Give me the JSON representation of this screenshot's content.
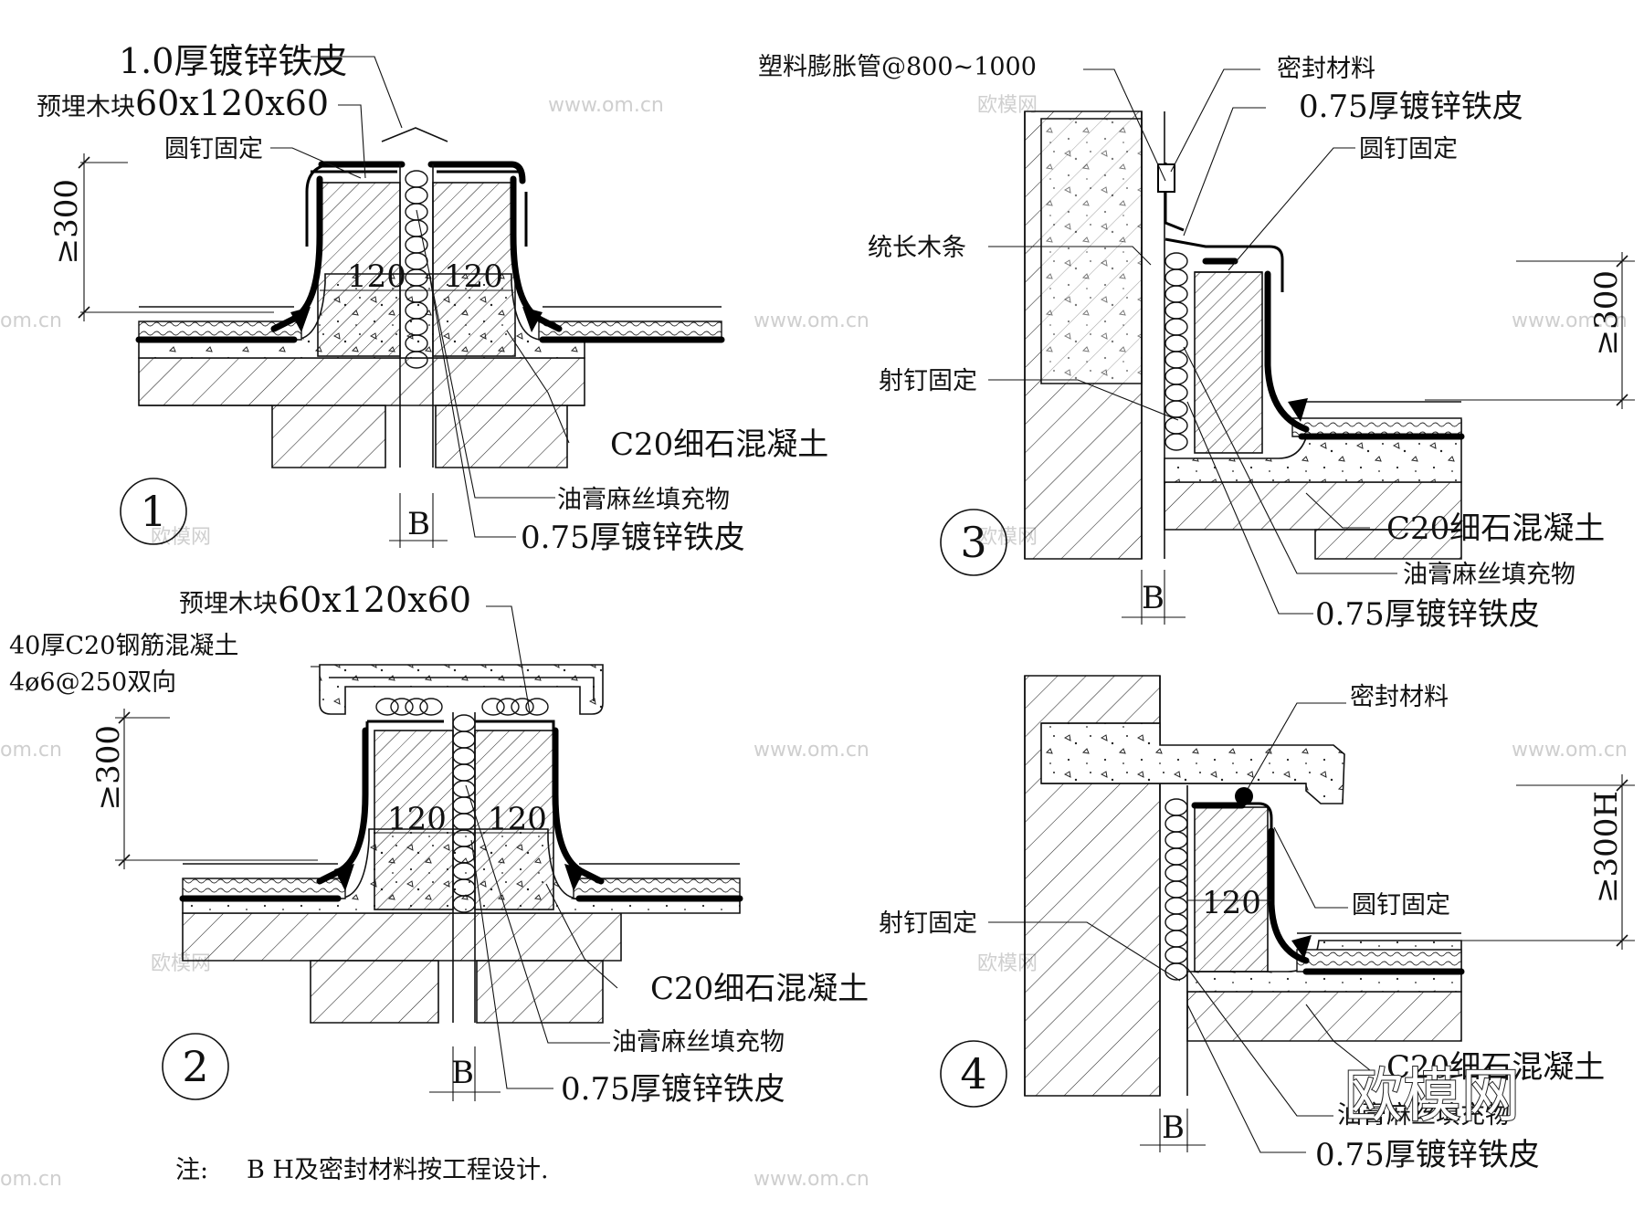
{
  "watermarks": {
    "url": "www.om.cn",
    "url_short": "om.cn",
    "brand": "欧模网"
  },
  "detail1": {
    "number": "1",
    "label_metal_top": "1.0厚镀锌铁皮",
    "label_wood_prefix": "预埋木块",
    "label_wood_dims": "60x120x60",
    "label_nail": "圆钉固定",
    "dim_height": "≥300",
    "dim_left": "120",
    "dim_right": "120",
    "label_concrete": "C20细石混凝土",
    "label_filler": "油膏麻丝填充物",
    "label_metal_bottom": "0.75厚镀锌铁皮",
    "dim_b": "B"
  },
  "detail2": {
    "number": "2",
    "label_wood_prefix": "预埋木块",
    "label_wood_dims": "60x120x60",
    "label_slab_a": "40厚C20钢筋混凝土",
    "label_slab_b": "4ø6@250双向",
    "dim_height": "≥300",
    "dim_left": "120",
    "dim_right": "120",
    "label_concrete": "C20细石混凝土",
    "label_filler": "油膏麻丝填充物",
    "label_metal": "0.75厚镀锌铁皮",
    "dim_b": "B"
  },
  "detail3": {
    "number": "3",
    "label_pipe": "塑料膨胀管@800~1000",
    "label_seal": "密封材料",
    "label_metal_top": "0.75厚镀锌铁皮",
    "label_nail": "圆钉固定",
    "label_strip": "统长木条",
    "label_shot": "射钉固定",
    "dim_height": "≥300",
    "label_concrete": "C20细石混凝土",
    "label_filler": "油膏麻丝填充物",
    "label_metal_bottom": "0.75厚镀锌铁皮",
    "dim_b": "B"
  },
  "detail4": {
    "number": "4",
    "label_seal": "密封材料",
    "label_nail": "圆钉固定",
    "label_shot": "射钉固定",
    "dim_height": "≥300H",
    "dim_width": "120",
    "label_concrete": "C20细石混凝土",
    "label_filler": "油膏麻丝填充物",
    "label_metal": "0.75厚镀锌铁皮",
    "dim_b": "B"
  },
  "note": {
    "prefix": "注:",
    "text": "B  H及密封材料按工程设计."
  }
}
